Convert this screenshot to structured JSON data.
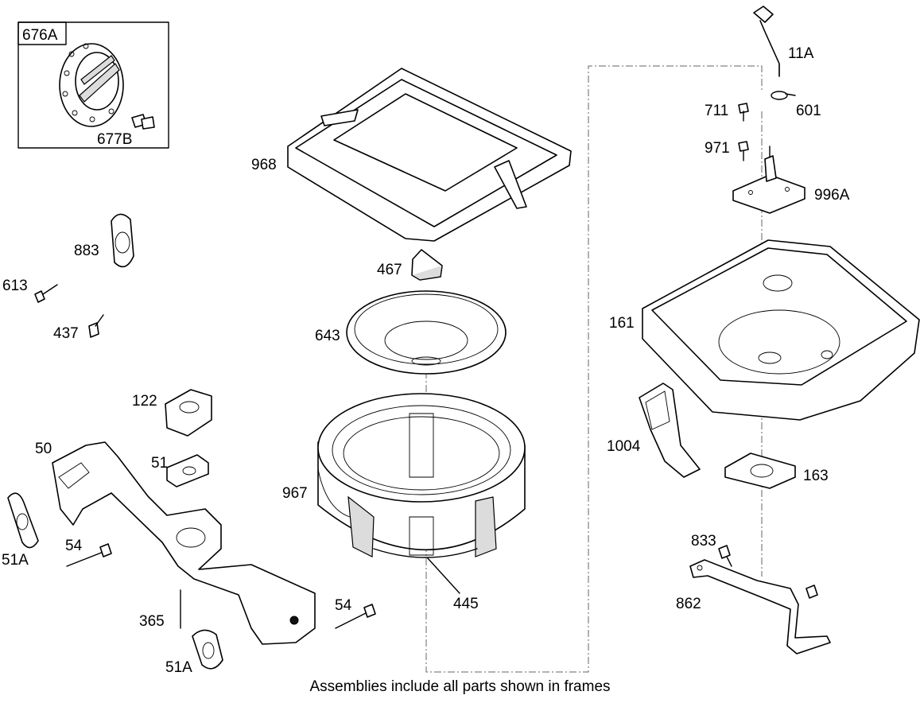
{
  "callouts": {
    "p676A": "676A",
    "p677B": "677B",
    "p968": "968",
    "p883": "883",
    "p613": "613",
    "p437": "437",
    "p467": "467",
    "p643": "643",
    "p122": "122",
    "p50": "50",
    "p51": "51",
    "p967": "967",
    "p51A_left": "51A",
    "p54_left": "54",
    "p365": "365",
    "p51A_bottom": "51A",
    "p54_center": "54",
    "p445": "445",
    "p11A": "11A",
    "p711": "711",
    "p601": "601",
    "p971": "971",
    "p996A": "996A",
    "p161": "161",
    "p1004": "1004",
    "p163": "163",
    "p833": "833",
    "p862": "862"
  },
  "footer": "Assemblies include all parts shown in frames"
}
